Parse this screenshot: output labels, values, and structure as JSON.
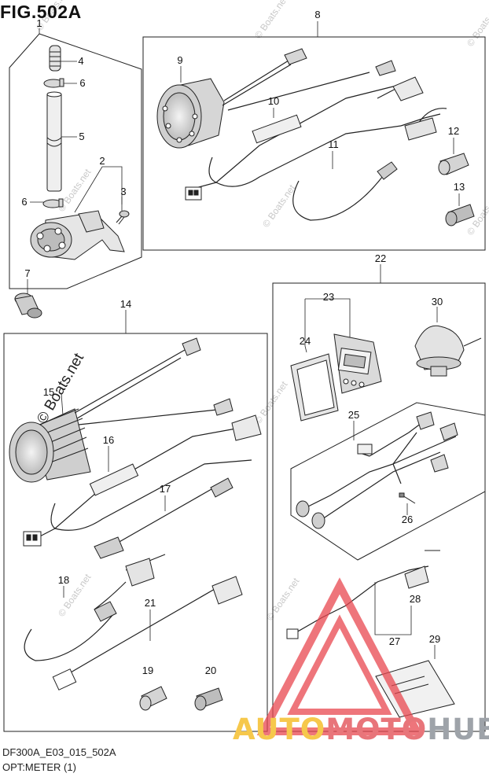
{
  "figure": {
    "title": "FIG.502A",
    "code": "DF300A_E03_015_502A",
    "name": "OPT:METER (1)"
  },
  "callouts": [
    "1",
    "2",
    "3",
    "4",
    "5",
    "6",
    "6",
    "7",
    "8",
    "9",
    "10",
    "11",
    "12",
    "13",
    "14",
    "15",
    "16",
    "17",
    "18",
    "19",
    "20",
    "21",
    "22",
    "23",
    "24",
    "25",
    "26",
    "27",
    "28",
    "29",
    "30"
  ],
  "copyright_marks": [
    "© Boats.net",
    "© Boats.net",
    "© Boats.net",
    "© Boats.net",
    "© Boats.net",
    "© Boats.net",
    "© Boats.net",
    "© Boats.net",
    "© Boats.net"
  ],
  "copyright_main": "© Boats.net",
  "watermark": {
    "part1": "AUTO",
    "part2": "MOTO",
    "part3": "HUB",
    "colors": {
      "auto": "#f6c84c",
      "moto": "#e8757a",
      "hub": "#9ea3a9",
      "triangle": "#e8474f"
    }
  }
}
